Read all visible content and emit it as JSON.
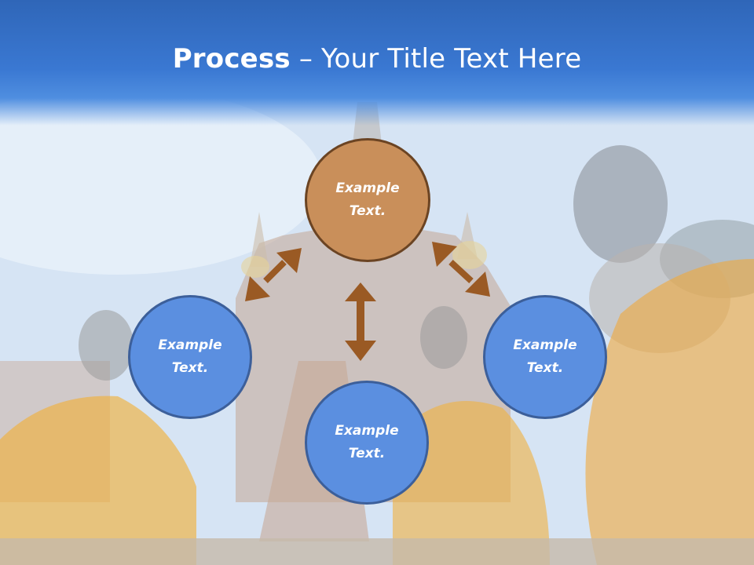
{
  "slide": {
    "title_bold": "Process",
    "title_rest": " – Your Title Text Here"
  },
  "nodes": [
    {
      "id": "top",
      "line1": "Example",
      "line2": "Text.",
      "color": "#c98f5a"
    },
    {
      "id": "left",
      "line1": "Example",
      "line2": "Text.",
      "color": "#5b8fe0"
    },
    {
      "id": "bottom",
      "line1": "Example",
      "line2": "Text.",
      "color": "#5b8fe0"
    },
    {
      "id": "right",
      "line1": "Example",
      "line2": "Text.",
      "color": "#5b8fe0"
    }
  ],
  "colors": {
    "header": "#3a78d2",
    "arrow": "#9a5a24",
    "blue_circle": "#5b8fe0",
    "blue_border": "#3c5f9a",
    "orange_circle": "#c98f5a",
    "orange_border": "#6b4423"
  },
  "background": "photo of temple ruins with seated statues in orange robes"
}
